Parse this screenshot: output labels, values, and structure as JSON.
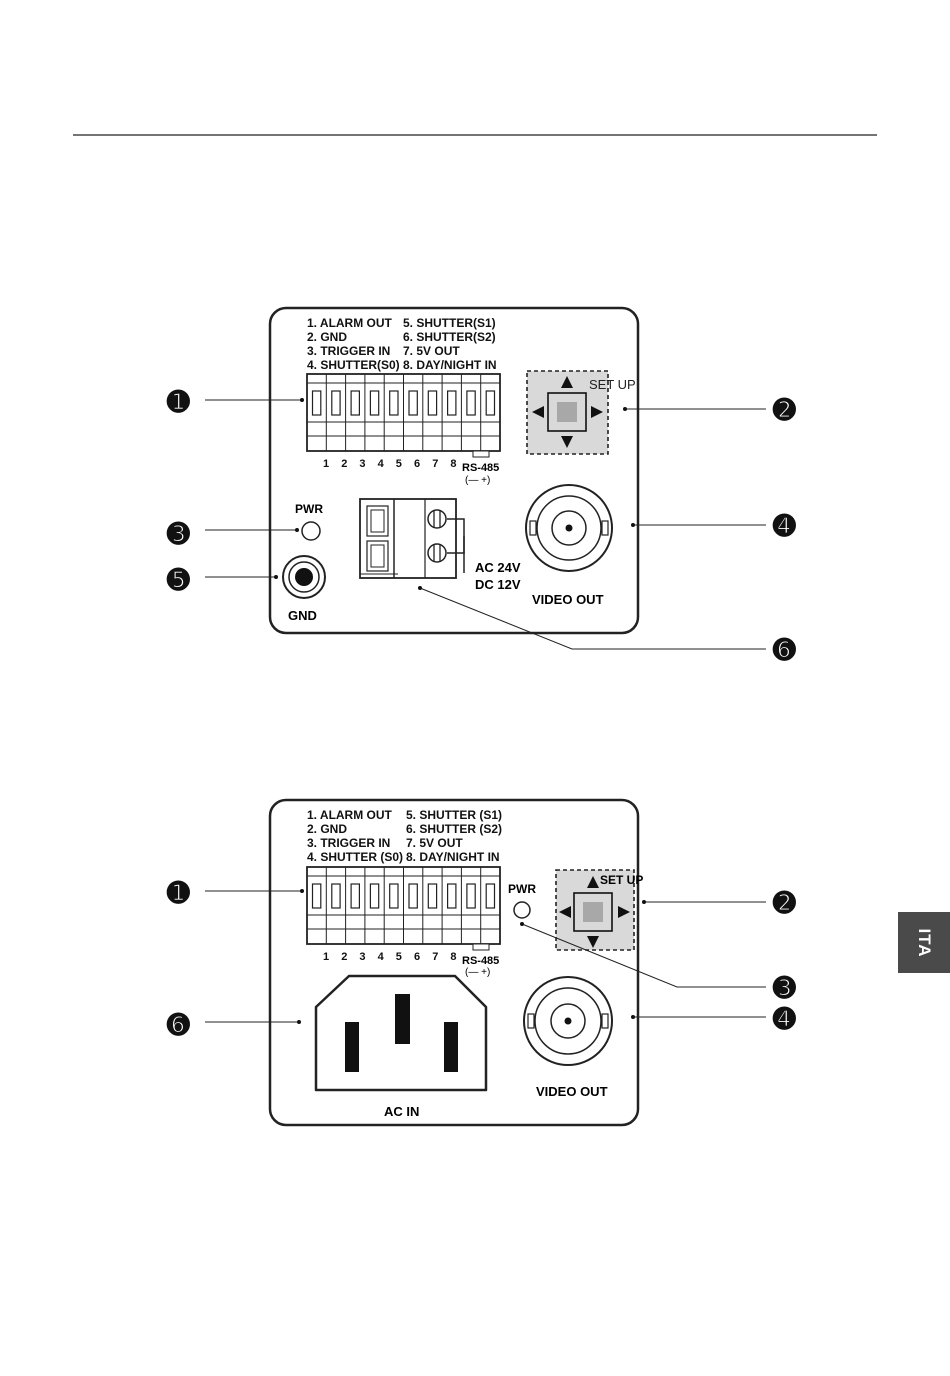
{
  "side_tab": {
    "label": "ITA"
  },
  "top_panel": {
    "terminal_labels": [
      "1. ALARM OUT",
      "2. GND",
      "3. TRIGGER IN",
      "4. SHUTTER(S0)",
      "5. SHUTTER(S1)",
      "6. SHUTTER(S2)",
      "7. 5V OUT",
      "8. DAY/NIGHT IN"
    ],
    "pin_numbers": [
      "1",
      "2",
      "3",
      "4",
      "5",
      "6",
      "7",
      "8"
    ],
    "rs485_label": "RS-485",
    "rs485_polarity": "(— +)",
    "setup_label": "SET UP",
    "pwr_label": "PWR",
    "gnd_label": "GND",
    "power_label_ac": "AC 24V",
    "power_label_dc": "DC 12V",
    "video_out_label": "VIDEO OUT",
    "callouts": [
      "➊",
      "➋",
      "➌",
      "➍",
      "➎",
      "➏"
    ]
  },
  "bottom_panel": {
    "terminal_labels": [
      "1. ALARM OUT",
      "2. GND",
      "3. TRIGGER IN",
      "4. SHUTTER (S0)",
      "5. SHUTTER (S1)",
      "6. SHUTTER (S2)",
      "7. 5V OUT",
      "8. DAY/NIGHT IN"
    ],
    "pin_numbers": [
      "1",
      "2",
      "3",
      "4",
      "5",
      "6",
      "7",
      "8"
    ],
    "rs485_label": "RS-485",
    "rs485_polarity": "(— +)",
    "setup_label": "SET UP",
    "pwr_label": "PWR",
    "ac_in_label": "AC IN",
    "video_out_label": "VIDEO OUT",
    "callouts": [
      "➊",
      "➋",
      "➌",
      "➍",
      "➏"
    ]
  }
}
